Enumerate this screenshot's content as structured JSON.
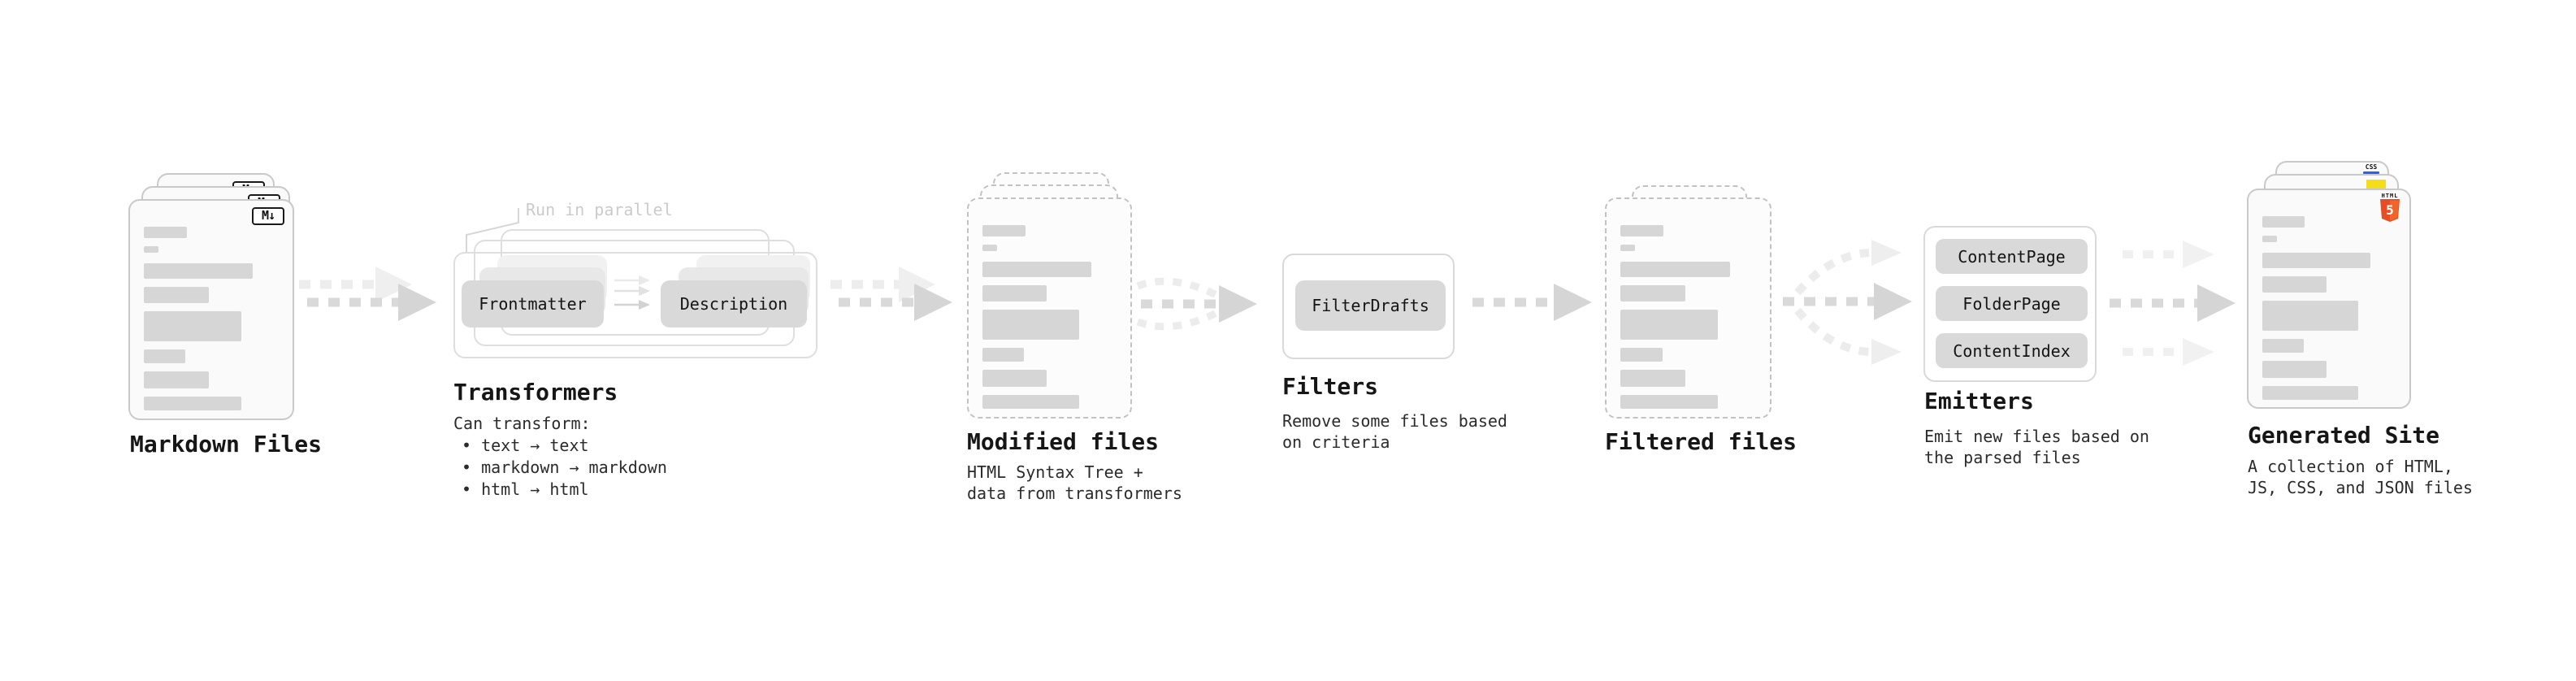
{
  "sections": {
    "markdown_files": {
      "label": "Markdown Files"
    },
    "transformers": {
      "note": "Run in parallel",
      "pill_frontmatter": "Frontmatter",
      "pill_description": "Description",
      "label": "Transformers",
      "desc_title": "Can transform:",
      "bullet_1": "• text → text",
      "bullet_2": "• markdown → markdown",
      "bullet_3": "• html → html"
    },
    "modified_files": {
      "label": "Modified files",
      "desc_line_1": "HTML Syntax Tree +",
      "desc_line_2": "data from transformers"
    },
    "filters": {
      "label": "Filters",
      "pill": "FilterDrafts",
      "desc_line_1": "Remove some files based",
      "desc_line_2": "on criteria"
    },
    "filtered_files": {
      "label": "Filtered files"
    },
    "emitters": {
      "label": "Emitters",
      "pill_1": "ContentPage",
      "pill_2": "FolderPage",
      "pill_3": "ContentIndex",
      "desc_line_1": "Emit new files based on",
      "desc_line_2": "the parsed files"
    },
    "generated_site": {
      "label": "Generated Site",
      "desc_line_1": "A collection of HTML,",
      "desc_line_2": "JS, CSS, and JSON files"
    }
  },
  "badges": {
    "markdown": "M↓",
    "css_label": "CSS",
    "html5_label": "HTML",
    "html5_number": "5"
  },
  "colors": {
    "accent_html5": "#E44D26",
    "accent_js": "#F5DE19",
    "accent_css": "#2962F3",
    "arrow": "#D5D5D5",
    "arrow_light": "#EFEFEF",
    "skeleton_bar": "#D6D6D6"
  }
}
